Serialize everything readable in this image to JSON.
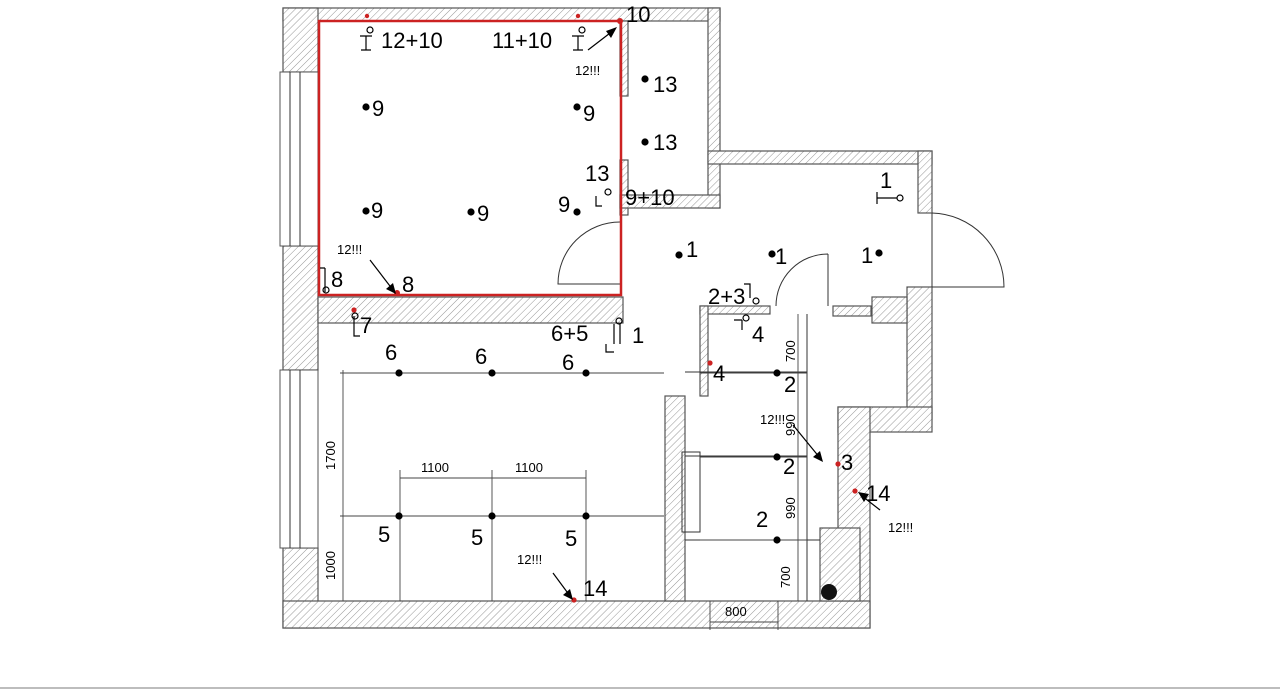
{
  "plan": {
    "points": [
      {
        "label": "12+10"
      },
      {
        "label": "11+10"
      },
      {
        "label": "10"
      },
      {
        "label": "12!!!"
      },
      {
        "label": "13"
      },
      {
        "label": "13"
      },
      {
        "label": "9"
      },
      {
        "label": "9"
      },
      {
        "label": "13"
      },
      {
        "label": "9"
      },
      {
        "label": "9"
      },
      {
        "label": "9"
      },
      {
        "label": "9+10"
      },
      {
        "label": "1"
      },
      {
        "label": "12!!!"
      },
      {
        "label": "8"
      },
      {
        "label": "8"
      },
      {
        "label": "1"
      },
      {
        "label": "1"
      },
      {
        "label": "1"
      },
      {
        "label": "2+3"
      },
      {
        "label": "7"
      },
      {
        "label": "6+5"
      },
      {
        "label": "1"
      },
      {
        "label": "4"
      },
      {
        "label": "6"
      },
      {
        "label": "6"
      },
      {
        "label": "6"
      },
      {
        "label": "4"
      },
      {
        "label": "2"
      },
      {
        "label": "12!!!"
      },
      {
        "label": "3"
      },
      {
        "label": "2"
      },
      {
        "label": "14"
      },
      {
        "label": "12!!!"
      },
      {
        "label": "2"
      },
      {
        "label": "5"
      },
      {
        "label": "5"
      },
      {
        "label": "5"
      },
      {
        "label": "12!!!"
      },
      {
        "label": "14"
      }
    ],
    "dimensions": [
      "1100",
      "1100",
      "1700",
      "1000",
      "700",
      "990",
      "990",
      "700",
      "800"
    ],
    "highlight_color": "#cc2222"
  }
}
